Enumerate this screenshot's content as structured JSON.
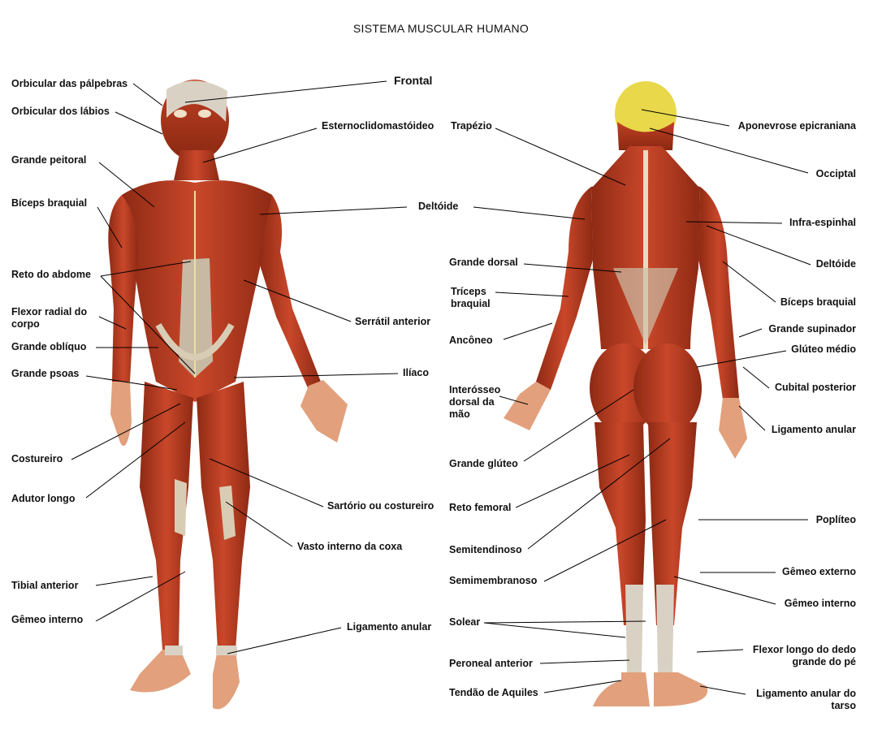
{
  "title": "SISTEMA MUSCULAR HUMANO",
  "front": {
    "orbicular_palpebras": "Orbicular das pálpebras",
    "orbicular_labios": "Orbicular dos lábios",
    "grande_peitoral": "Grande peitoral",
    "biceps_braquial": "Bíceps braquial",
    "reto_abdome": "Reto do abdome",
    "flexor_radial": "Flexor radial do corpo",
    "grande_obliquo": "Grande oblíquo",
    "grande_psoas": "Grande psoas",
    "costureiro": "Costureiro",
    "adutor_longo": "Adutor longo",
    "tibial_anterior": "Tibial anterior",
    "gemeo_interno": "Gêmeo interno",
    "frontal": "Frontal",
    "esternocleido": "Esternoclidomastóideo",
    "deltoide": "Deltóide",
    "serratil_anterior": "Serrátil anterior",
    "iliaco": "Ilíaco",
    "sartorio": "Sartório ou costureiro",
    "vasto_interno": "Vasto interno da coxa",
    "ligamento_anular": "Ligamento anular"
  },
  "back": {
    "trapezio": "Trapézio",
    "grande_dorsal": "Grande dorsal",
    "triceps_braquial": "Tríceps braquial",
    "anconeo": "Ancôneo",
    "interosseo": "Interósseo dorsal da mão",
    "grande_gluteo": "Grande glúteo",
    "reto_femoral": "Reto femoral",
    "semitendinoso": "Semitendinoso",
    "semimembranoso": "Semimembranoso",
    "solear": "Solear",
    "peroneal_anterior": "Peroneal anterior",
    "tendao_aquiles": "Tendão de Aquiles",
    "aponevrose": "Aponevrose epicraniana",
    "occiptal": "Occiptal",
    "infra_espinhal": "Infra-espinhal",
    "deltoide": "Deltóide",
    "biceps_braquial": "Bíceps braquial",
    "grande_supinador": "Grande supinador",
    "gluteo_medio": "Glúteo médio",
    "cubital_posterior": "Cubital posterior",
    "ligamento_anular": "Ligamento anular",
    "popliteo": "Poplíteo",
    "gemeo_externo": "Gêmeo externo",
    "gemeo_interno": "Gêmeo interno",
    "flexor_longo": "Flexor longo do dedo grande do pé",
    "ligamento_anular_tarso": "Ligamento anular do tarso"
  },
  "colors": {
    "muscle": "#b83a1e",
    "muscle_dark": "#7d2210",
    "tendon": "#cfc7b8",
    "skin": "#e9b48c",
    "head_back": "#e8d84a",
    "line": "#000000"
  }
}
